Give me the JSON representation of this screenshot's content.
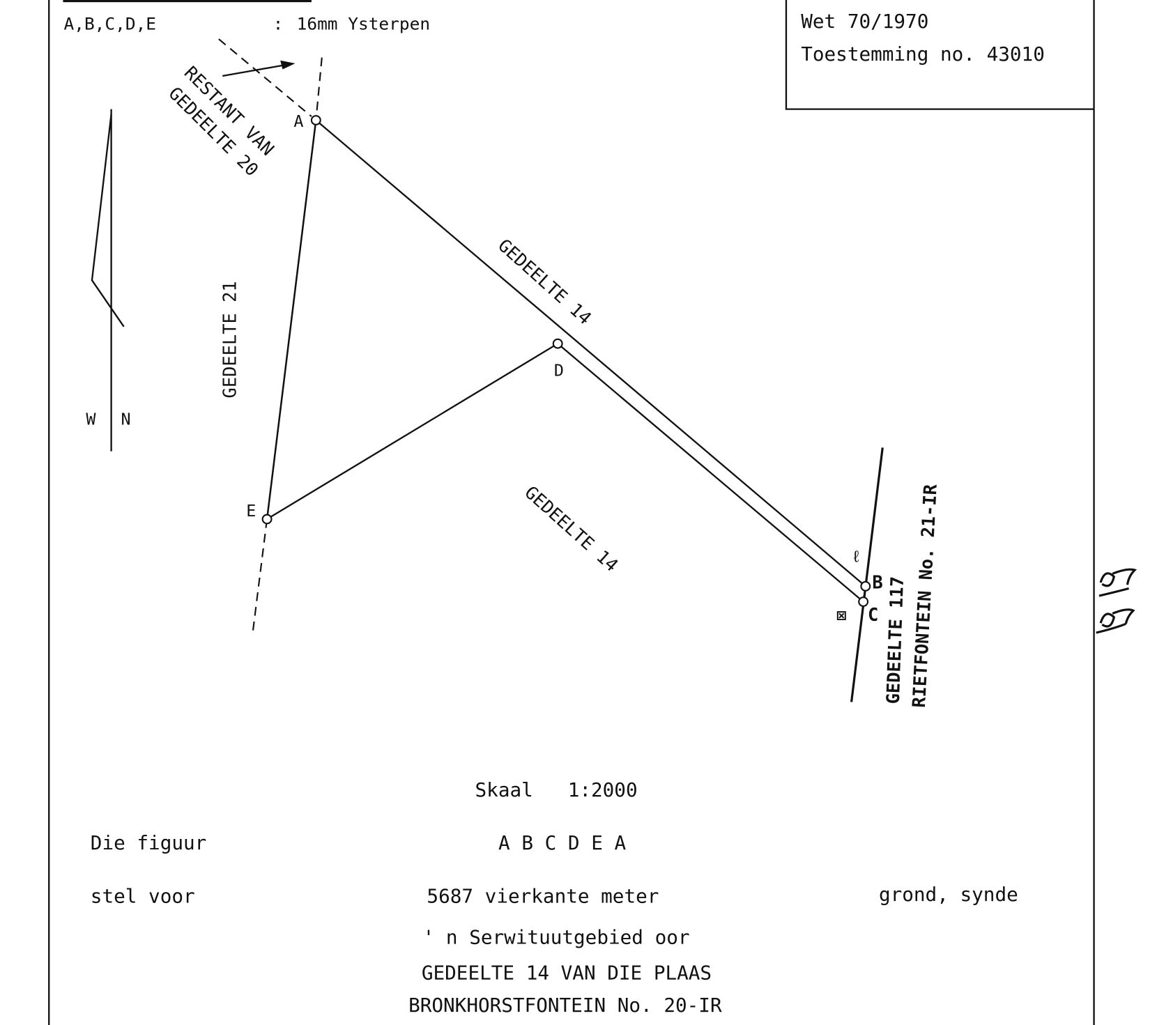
{
  "legend": {
    "points": "A,B,C,D,E",
    "separator": ":",
    "marker": "16mm Ysterpen"
  },
  "approval": {
    "act": "Wet 70/1970",
    "permission": "Toestemming no. 43010"
  },
  "points": {
    "a": "A",
    "b": "B",
    "c": "C",
    "d": "D",
    "e": "E"
  },
  "compass": {
    "w": "W",
    "n": "N"
  },
  "labels": {
    "restant_1": "RESTANT VAN",
    "restant_2": "GEDEELTE 20",
    "gedeelte_21": "GEDEELTE 21",
    "gedeelte_14_top": "GEDEELTE 14",
    "gedeelte_14_bottom": "GEDEELTE 14",
    "gedeelte_117": "GEDEELTE 117",
    "rietfontein": "RIETFONTEIN No. 21-IR"
  },
  "footer": {
    "scale": "Skaal   1:2000",
    "figure_label": "Die figuur",
    "figure_value": "A B C D E A",
    "represents_label": "stel voor",
    "area": "5687 vierkante meter",
    "ground": "grond, synde",
    "servitude": "' n Serwituutgebied oor",
    "property_1": "GEDEELTE 14 VAN DIE PLAAS",
    "property_2": "BRONKHORSTFONTEIN No. 20-IR"
  }
}
